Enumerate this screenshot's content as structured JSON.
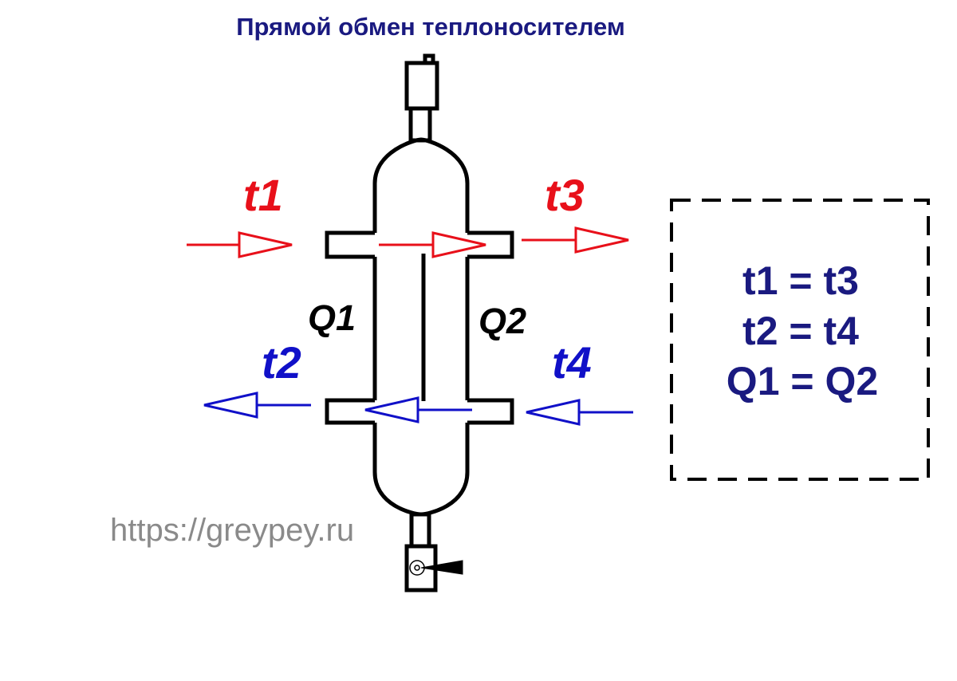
{
  "title": "Прямой обмен теплоносителем",
  "watermark": "https://greypey.ru",
  "labels": {
    "t1": "t1",
    "t2": "t2",
    "t3": "t3",
    "t4": "t4",
    "q1": "Q1",
    "q2": "Q2"
  },
  "equations": [
    "t1 = t3",
    "t2 = t4",
    "Q1 = Q2"
  ],
  "colors": {
    "hot": "#e8101a",
    "cold": "#1010c8",
    "title": "#1a1a80",
    "equations": "#1a1a80",
    "outline": "#000000",
    "watermark": "#8a8a8a"
  },
  "icons": {
    "top_device": "air-vent-icon",
    "bottom_device": "drain-valve-icon"
  }
}
